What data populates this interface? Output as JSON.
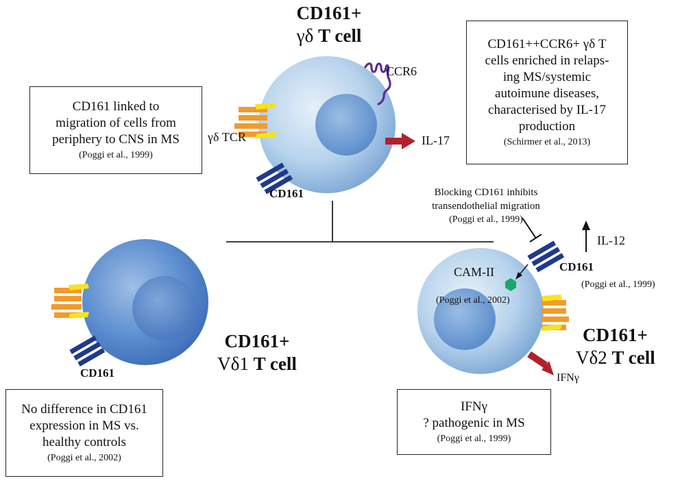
{
  "top_cell": {
    "title_line1": "CD161+",
    "title_line2_greek": "γδ",
    "title_line2_rest": "T cell",
    "label_ccr6": "CCR6",
    "label_tcr": "γδ TCR",
    "label_cd161": "CD161",
    "label_il17": "IL-17"
  },
  "box_left_top": {
    "lines": [
      "CD161 linked to",
      "migration of cells from",
      "periphery to CNS in MS"
    ],
    "citation": "(Poggi et al., 1999)"
  },
  "box_right_top": {
    "lines": [
      "CD161++CCR6+ γδ T",
      "cells enriched in relaps-",
      "ing MS/systemic",
      "autoimune diseases,",
      "characterised by IL-17",
      "production"
    ],
    "citation": "(Schirmer et al., 2013)"
  },
  "left_cell": {
    "title_line1": "CD161+",
    "title_line2_greek": "Vδ1",
    "title_line2_rest": "T cell",
    "label_cd161": "CD161"
  },
  "box_left_bottom": {
    "lines": [
      "No difference in CD161",
      "expression in MS vs.",
      "healthy controls"
    ],
    "citation": "(Poggi et al., 2002)"
  },
  "right_cell": {
    "title_line1": "CD161+",
    "title_line2_greek": "Vδ2",
    "title_line2_rest": "T cell",
    "label_cd161": "CD161",
    "label_camii": "CAM-II",
    "cite_camii": "(Poggi et al., 2002)",
    "cite_il12": "(Poggi et al., 1999)",
    "label_il12": "IL-12",
    "label_ifng": "IFNγ",
    "blocking_line1": "Blocking CD161 inhibits",
    "blocking_line2": "transendothelial migration",
    "blocking_cite": "(Poggi et al., 1999)"
  },
  "box_right_bottom": {
    "lines": [
      "IFNγ",
      "? pathogenic in MS"
    ],
    "citation": "(Poggi et al., 1999)"
  },
  "colors": {
    "cell_light": "#c9def0",
    "cell_mid": "#9fc3e3",
    "cell_dark": "#5b8fcc",
    "nucleus": "#6f9fd4",
    "receptor_blue": "#1f3a8a",
    "tcr_orange": "#f39a2b",
    "tcr_yellow": "#f7e31b",
    "ccr6_purple": "#5b2d91",
    "arrow_red": "#b3202b",
    "ligand_green": "#1aa86a"
  }
}
